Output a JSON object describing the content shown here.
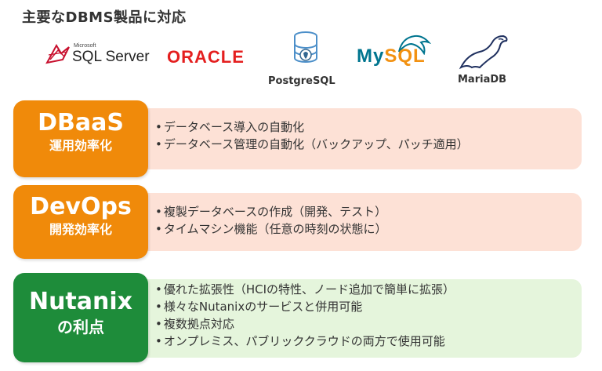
{
  "heading": "主要なDBMS製品に対応",
  "logos": {
    "sqlserver": {
      "small": "Microsoft",
      "main": "SQL Server"
    },
    "oracle": "ORACLE",
    "postgresql": {
      "caption": "PostgreSQL"
    },
    "mysql": {
      "my": "My",
      "sql": "SQL"
    },
    "mariadb": {
      "caption": "MariaDB"
    }
  },
  "rows": [
    {
      "title": "DBaaS",
      "subtitle": "運用効率化",
      "badge_color": "#f08a0a",
      "panel_color": "#fde1d6",
      "bullets": [
        "データベース導入の自動化",
        "データベース管理の自動化（バックアップ、パッチ適用）"
      ]
    },
    {
      "title": "DevOps",
      "subtitle": "開発効率化",
      "badge_color": "#f08a0a",
      "panel_color": "#fde1d6",
      "bullets": [
        "複製データベースの作成（開発、テスト）",
        "タイムマシン機能（任意の時刻の状態に）"
      ]
    },
    {
      "title": "Nutanix",
      "subtitle": "の利点",
      "badge_color": "#1e8c3a",
      "panel_color": "#e5f5dc",
      "bullets": [
        "優れた拡張性（HCIの特性、ノード追加で簡単に拡張）",
        "様々なNutanixのサービスと併用可能",
        "複数拠点対応",
        "オンプレミス、パブリッククラウドの両方で使用可能"
      ]
    }
  ],
  "bullet_symbol": "•"
}
